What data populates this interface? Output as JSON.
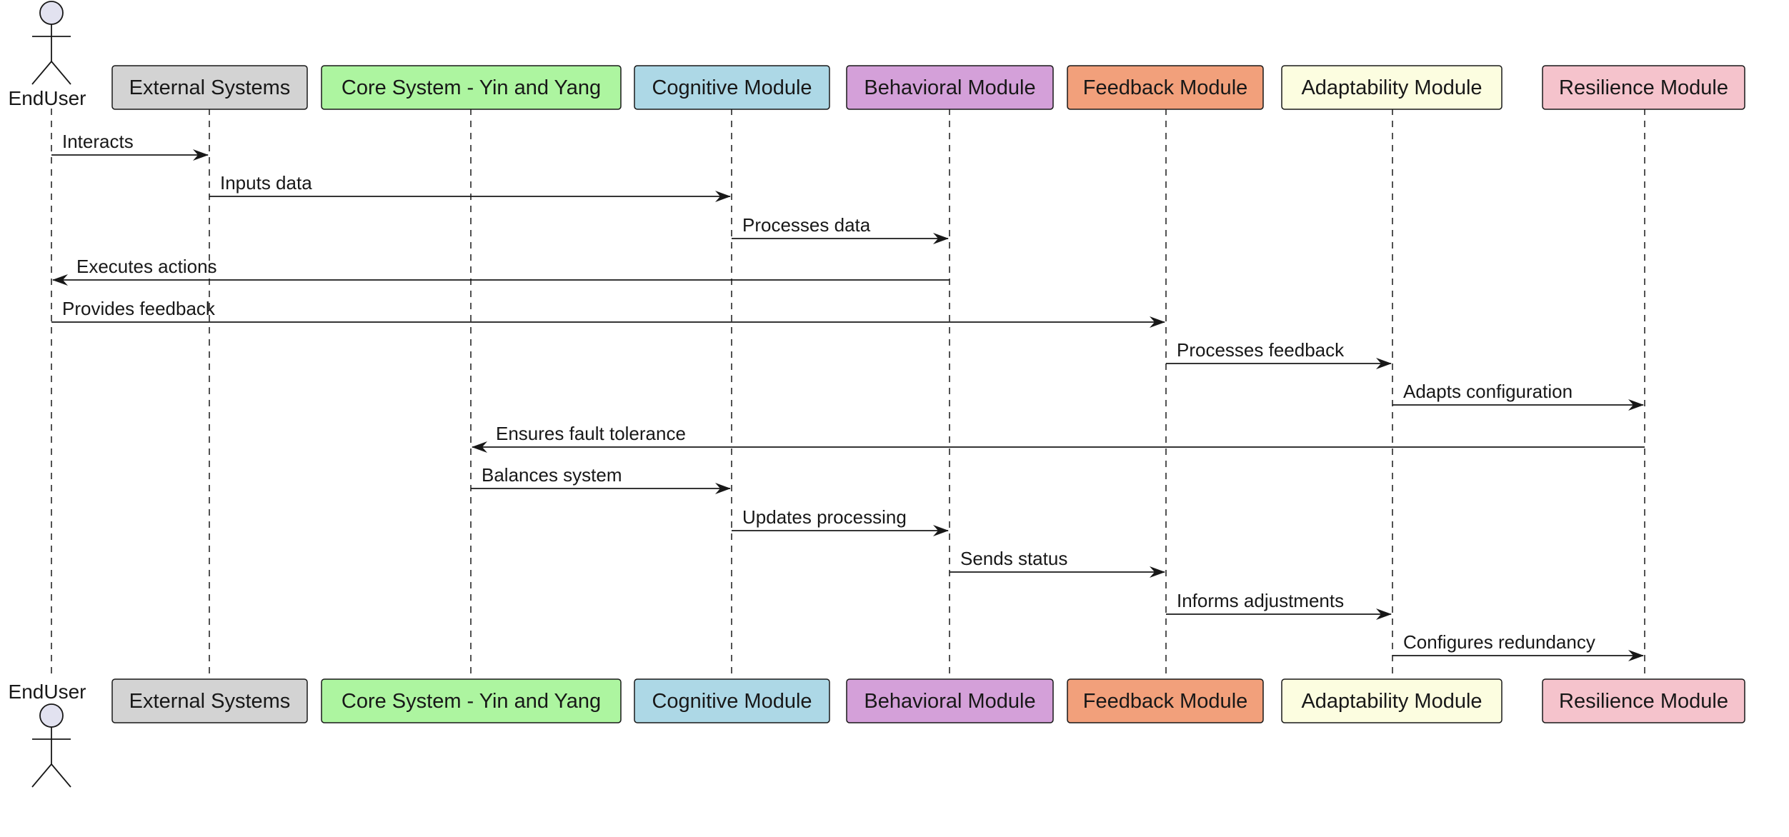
{
  "actor": {
    "name": "EndUser",
    "fill": "#e2e2f0"
  },
  "participants": [
    {
      "id": "ext",
      "label": "External Systems",
      "fill": "#d3d3d3"
    },
    {
      "id": "core",
      "label": "Core System - Yin and Yang",
      "fill": "#adf5a0"
    },
    {
      "id": "cog",
      "label": "Cognitive Module",
      "fill": "#add8e6"
    },
    {
      "id": "beh",
      "label": "Behavioral Module",
      "fill": "#d4a0d9"
    },
    {
      "id": "fb",
      "label": "Feedback Module",
      "fill": "#f2a07b"
    },
    {
      "id": "adapt",
      "label": "Adaptability Module",
      "fill": "#fcfde0"
    },
    {
      "id": "res",
      "label": "Resilience Module",
      "fill": "#f5c3cc"
    }
  ],
  "messages": [
    {
      "from": "user",
      "to": "ext",
      "label": "Interacts"
    },
    {
      "from": "ext",
      "to": "cog",
      "label": "Inputs data"
    },
    {
      "from": "cog",
      "to": "beh",
      "label": "Processes data"
    },
    {
      "from": "beh",
      "to": "user",
      "label": "Executes actions"
    },
    {
      "from": "user",
      "to": "fb",
      "label": "Provides feedback"
    },
    {
      "from": "fb",
      "to": "adapt",
      "label": "Processes feedback"
    },
    {
      "from": "adapt",
      "to": "res",
      "label": "Adapts configuration"
    },
    {
      "from": "res",
      "to": "core",
      "label": "Ensures fault tolerance"
    },
    {
      "from": "core",
      "to": "cog",
      "label": "Balances system"
    },
    {
      "from": "cog",
      "to": "beh",
      "label": "Updates processing"
    },
    {
      "from": "beh",
      "to": "fb",
      "label": "Sends status"
    },
    {
      "from": "fb",
      "to": "adapt",
      "label": "Informs adjustments"
    },
    {
      "from": "adapt",
      "to": "res",
      "label": "Configures redundancy"
    }
  ]
}
